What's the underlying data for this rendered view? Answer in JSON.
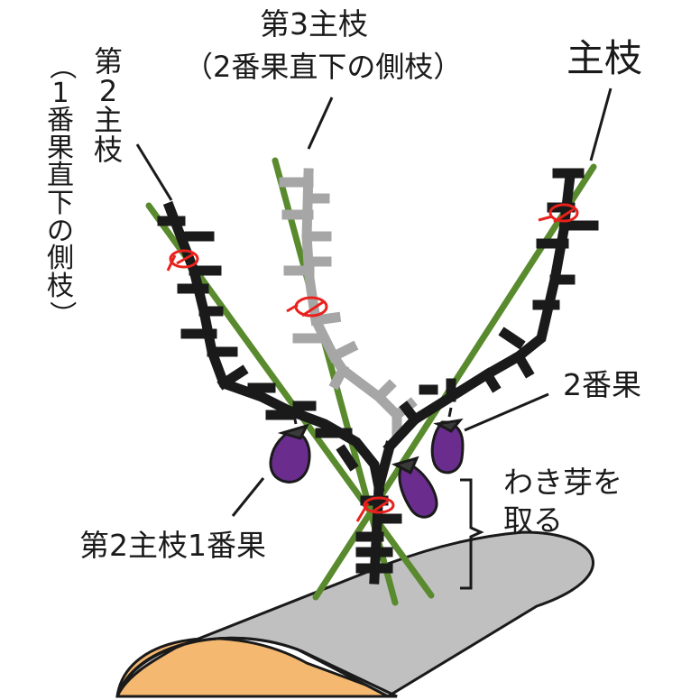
{
  "labels": {
    "branch3": "第3主枝",
    "branch3_note": "（2番果直下の側枝）",
    "main_stem": "主枝",
    "branch2_chars": [
      "第",
      "2",
      "主",
      "枝"
    ],
    "branch2_note_chars": [
      "（",
      "1",
      "番",
      "果",
      "直",
      "下",
      "の",
      "側",
      "枝",
      "）"
    ],
    "fruit2": "2番果",
    "sucker_line1": "わき芽を",
    "sucker_line2": "取る",
    "branch2_fruit1": "第2主枝1番果"
  },
  "colors": {
    "stake": "#5a8a2e",
    "stem_main": "#1a1a1a",
    "stem_side": "#a6a6a6",
    "tie": "#e8211c",
    "eggplant": "#6a2d8e",
    "calyx": "#3a3a3a",
    "mulch": "#c0c0c0",
    "soil": "#f4b870"
  }
}
